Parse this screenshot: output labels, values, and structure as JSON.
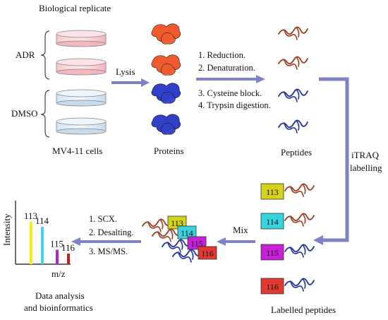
{
  "labels": {
    "biological_replicate": "Biological replicate",
    "adr": "ADR",
    "dmso": "DMSO",
    "cells": "MV4-11 cells",
    "lysis": "Lysis",
    "proteins": "Proteins",
    "peptides": "Peptides",
    "itraq_line1": "iTRAQ",
    "itraq_line2": "labelling",
    "labelled_peptides": "Labelled peptides",
    "mix": "Mix",
    "data_analysis_line1": "Data analysis",
    "data_analysis_line2": "and bioinformatics"
  },
  "digestion_steps": [
    "1. Reduction.",
    "2. Denaturation.",
    "3. Cysteine block.",
    "4. Trypsin digestion."
  ],
  "ms_steps": [
    "1. SCX.",
    "2. Desalting.",
    "3. MS/MS."
  ],
  "tags": [
    {
      "label": "113",
      "color": "#d4d21a"
    },
    {
      "label": "114",
      "color": "#38d4de"
    },
    {
      "label": "115",
      "color": "#c820d8"
    },
    {
      "label": "116",
      "color": "#e03a32"
    }
  ],
  "spectrum": {
    "ylabel": "Intensity",
    "xlabel": "m/z",
    "peaks": [
      {
        "label": "113",
        "intensity": 1.0,
        "color": "#f2ee1a"
      },
      {
        "label": "114",
        "intensity": 0.88,
        "color": "#3fd2e8"
      },
      {
        "label": "115",
        "intensity": 0.34,
        "color": "#b024c8"
      },
      {
        "label": "116",
        "intensity": 0.25,
        "color": "#c02020"
      }
    ]
  },
  "colors": {
    "arrow": "#7f83c6",
    "adr_protein": "#f05a2c",
    "dmso_protein": "#2f3fc8",
    "adr_peptide": "#9a3a1e",
    "dmso_peptide": "#1f2f9a"
  }
}
